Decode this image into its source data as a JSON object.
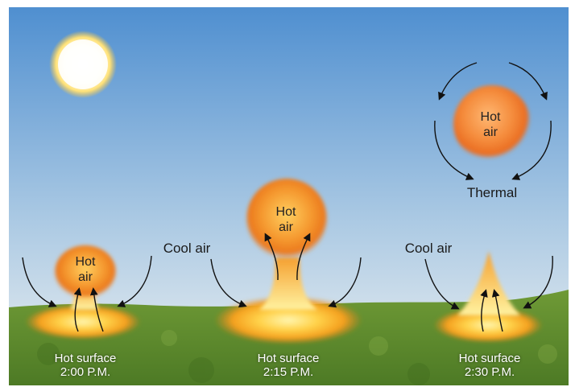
{
  "panels": [
    {
      "bubble_label_line1": "Hot",
      "bubble_label_line2": "air",
      "surface_label_line1": "Hot surface",
      "surface_label_line2": "2:00 P.M."
    },
    {
      "bubble_label_line1": "Hot",
      "bubble_label_line2": "air",
      "surface_label_line1": "Hot surface",
      "surface_label_line2": "2:15 P.M."
    },
    {
      "surface_label_line1": "Hot surface",
      "surface_label_line2": "2:30 P.M."
    }
  ],
  "cool_air_labels": [
    "Cool air",
    "Cool air"
  ],
  "thermal": {
    "bubble_label_line1": "Hot",
    "bubble_label_line2": "air",
    "caption": "Thermal"
  },
  "colors": {
    "sky_top": "#4f8fd0",
    "sky_bottom": "#e8eef2",
    "ground": "#5f8a2e",
    "hot_core": "#fff3a0",
    "hot_edge": "#e8701c"
  }
}
